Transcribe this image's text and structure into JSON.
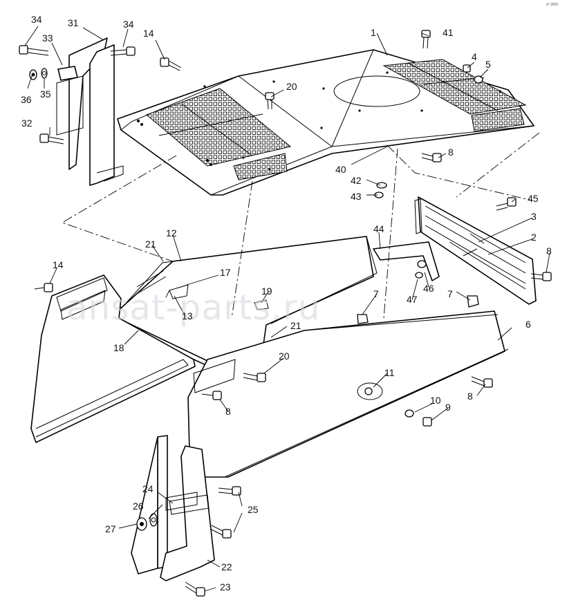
{
  "corner_mark": "dº 3005",
  "watermark": "ansat-parts.ru",
  "callouts": [
    "1",
    "2",
    "3",
    "4",
    "5",
    "6",
    "7",
    "8",
    "9",
    "10",
    "11",
    "12",
    "13",
    "14",
    "17",
    "18",
    "19",
    "20",
    "21",
    "22",
    "23",
    "24",
    "25",
    "26",
    "27",
    "31",
    "32",
    "33",
    "34",
    "35",
    "36",
    "40",
    "41",
    "42",
    "43",
    "44",
    "45",
    "46",
    "47"
  ]
}
